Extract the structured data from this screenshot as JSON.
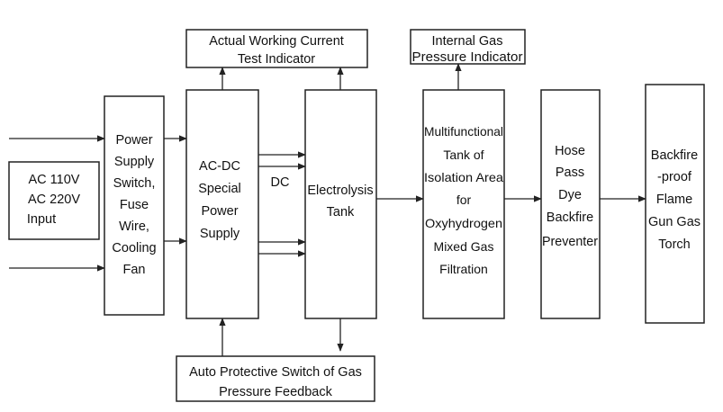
{
  "nodes": {
    "ac_input": [
      "AC 110V",
      "AC 220V",
      "Input"
    ],
    "power_switch": [
      "Power",
      "Supply",
      "Switch,",
      "Fuse",
      "Wire,",
      "Cooling",
      "Fan"
    ],
    "acdc": [
      "AC-DC",
      "Special",
      "Power",
      "Supply"
    ],
    "electrolysis": [
      "Electrolysis",
      "Tank"
    ],
    "multi_tank": [
      "Multifunctional",
      "Tank of",
      "Isolation Area",
      "for",
      "Oxyhydrogen",
      "Mixed Gas",
      "Filtration"
    ],
    "hose": [
      "Hose",
      "Pass",
      "Dye",
      "Backfire",
      "Preventer"
    ],
    "torch": [
      "Backfire",
      "-proof",
      "Flame",
      "Gun Gas",
      "Torch"
    ],
    "current_indicator": [
      "Actual Working Current",
      "Test Indicator"
    ],
    "pressure_indicator": [
      "Internal Gas",
      "Pressure Indicator"
    ],
    "auto_switch": [
      "Auto Protective Switch of Gas",
      "Pressure Feedback"
    ]
  },
  "edge_labels": {
    "dc": "DC"
  }
}
